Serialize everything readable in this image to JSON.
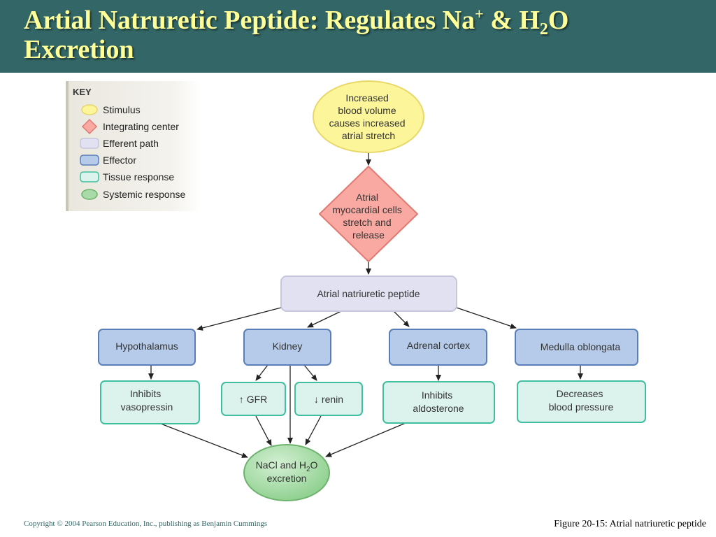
{
  "slide": {
    "title": {
      "line1_before_na": "Artial Natruretic Peptide: Regulates Na",
      "na_charge": "+",
      "and_h": " & H",
      "h2o_subscript": "2",
      "o_suffix": "O",
      "line2": "Excretion"
    },
    "copyright": "Copyright © 2004 Pearson Education, Inc., publishing as Benjamin Cummings",
    "figure_caption": "Figure 20-15: Atrial natriuretic peptide"
  },
  "key": {
    "heading": "KEY",
    "items": [
      "Stimulus",
      "Integrating center",
      "Efferent path",
      "Effector",
      "Tissue response",
      "Systemic response"
    ]
  },
  "diagram": {
    "stimulus": [
      "Increased",
      "blood volume",
      "causes increased",
      "atrial stretch"
    ],
    "integrating_center": [
      "Atrial",
      "myocardial cells",
      "stretch and",
      "release"
    ],
    "efferent": "Atrial natriuretic peptide",
    "effectors": {
      "hypothalamus": "Hypothalamus",
      "kidney": "Kidney",
      "adrenal": "Adrenal cortex",
      "medulla": "Medulla oblongata"
    },
    "tissue_responses": {
      "vasopressin": [
        "Inhibits",
        "vasopressin"
      ],
      "gfr_arrow": "↑",
      "gfr": "GFR",
      "renin_arrow": "↓",
      "renin": "renin",
      "aldosterone": [
        "Inhibits",
        "aldosterone"
      ],
      "blood_pressure": [
        "Decreases",
        "blood pressure"
      ]
    },
    "systemic": {
      "line1_prefix": "NaCl and H",
      "line1_sub": "2",
      "line1_suffix": "O",
      "line2": "excretion"
    }
  },
  "colors": {
    "header_bg": "#336666",
    "title_text": "#ffff99",
    "stimulus_fill": "#fcf59a",
    "integrating_fill": "#f9a9a2",
    "efferent_fill": "#e1e1f1",
    "effector_fill": "#b6cbe9",
    "tissue_fill": "#dcf2ec",
    "systemic_fill": "#a8dba8"
  }
}
